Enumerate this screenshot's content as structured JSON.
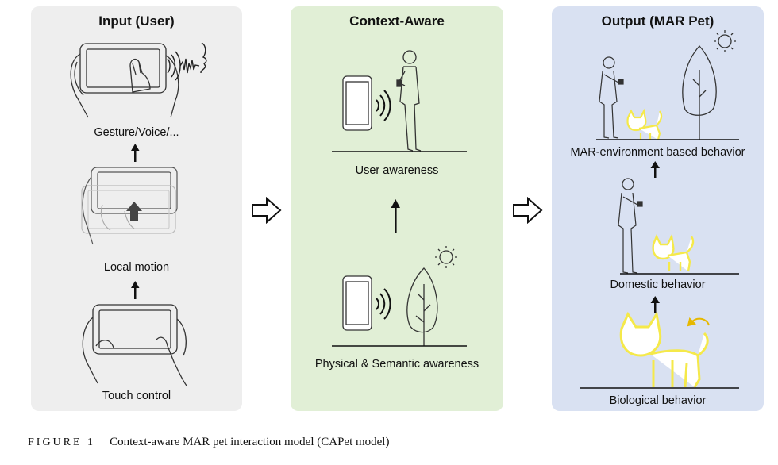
{
  "panels": {
    "input": {
      "title": "Input (User)",
      "stages": [
        "Gesture/Voice/...",
        "Local motion",
        "Touch control"
      ]
    },
    "context": {
      "title": "Context-Aware",
      "stages": [
        "User awareness",
        "Physical & Semantic awareness"
      ]
    },
    "output": {
      "title": "Output (MAR Pet)",
      "stages": [
        "MAR-environment based behavior",
        "Domestic behavior",
        "Biological behavior"
      ]
    }
  },
  "caption": {
    "figure_label": "FIGURE 1",
    "text": "Context-aware MAR pet interaction model (CAPet model)"
  },
  "colors": {
    "input_panel": "#eeeeee",
    "context_panel": "#e1efd6",
    "output_panel": "#d9e1f2",
    "pet_glow": "#f5e94a"
  }
}
